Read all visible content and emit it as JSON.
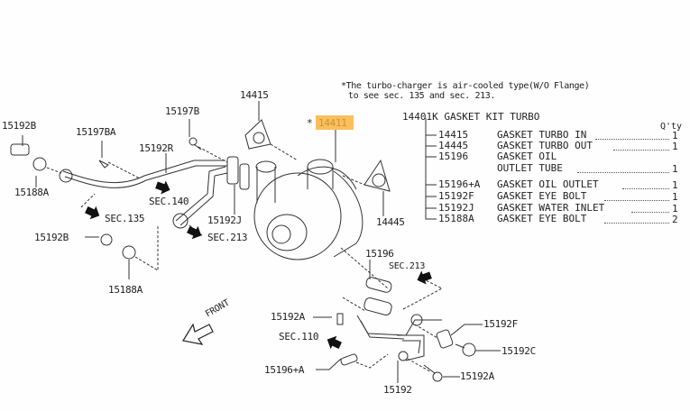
{
  "note": {
    "line1": "*The turbo-charger is air-cooled type(W/O Flange)",
    "line2": "to see sec. 135 and sec. 213."
  },
  "highlighted_part": {
    "prefix": "*",
    "number": "14411",
    "highlight_color": "#fbbf5c"
  },
  "kit": {
    "title": "14401K GASKET KIT TURBO",
    "qty_header": "Q'ty",
    "items": [
      {
        "part": "14415",
        "desc": "GASKET TURBO IN",
        "qty": "1"
      },
      {
        "part": "14445",
        "desc": "GASKET TURBO OUT",
        "qty": "1"
      },
      {
        "part": "15196",
        "desc": "GASKET OIL",
        "desc2": "OUTLET TUBE",
        "qty": "1"
      },
      {
        "part": "15196+A",
        "desc": "GASKET OIL OUTLET",
        "qty": "1"
      },
      {
        "part": "15192F",
        "desc": "GASKET EYE BOLT",
        "qty": "1"
      },
      {
        "part": "15192J",
        "desc": "GASKET WATER INLET",
        "qty": "1"
      },
      {
        "part": "15188A",
        "desc": "GASKET EYE BOLT",
        "qty": "2"
      }
    ]
  },
  "callouts": {
    "c15192B_top": "15192B",
    "c15197BA": "15197BA",
    "c15197B": "15197B",
    "c14415": "14415",
    "c15192R": "15192R",
    "c15188A_top": "15188A",
    "sec140": "SEC.140",
    "sec135": "SEC.135",
    "c15192J": "15192J",
    "sec213_left": "SEC.213",
    "c15192B_bottom": "15192B",
    "c15188A_bottom": "15188A",
    "c14445": "14445",
    "c15196": "15196",
    "sec213_right": "SEC.213",
    "c15192A_left": "15192A",
    "sec110": "SEC.110",
    "c15196A": "15196+A",
    "c15192": "15192",
    "c15192F": "15192F",
    "c15192C": "15192C",
    "c15192A_right": "15192A",
    "front": "FRONT"
  }
}
